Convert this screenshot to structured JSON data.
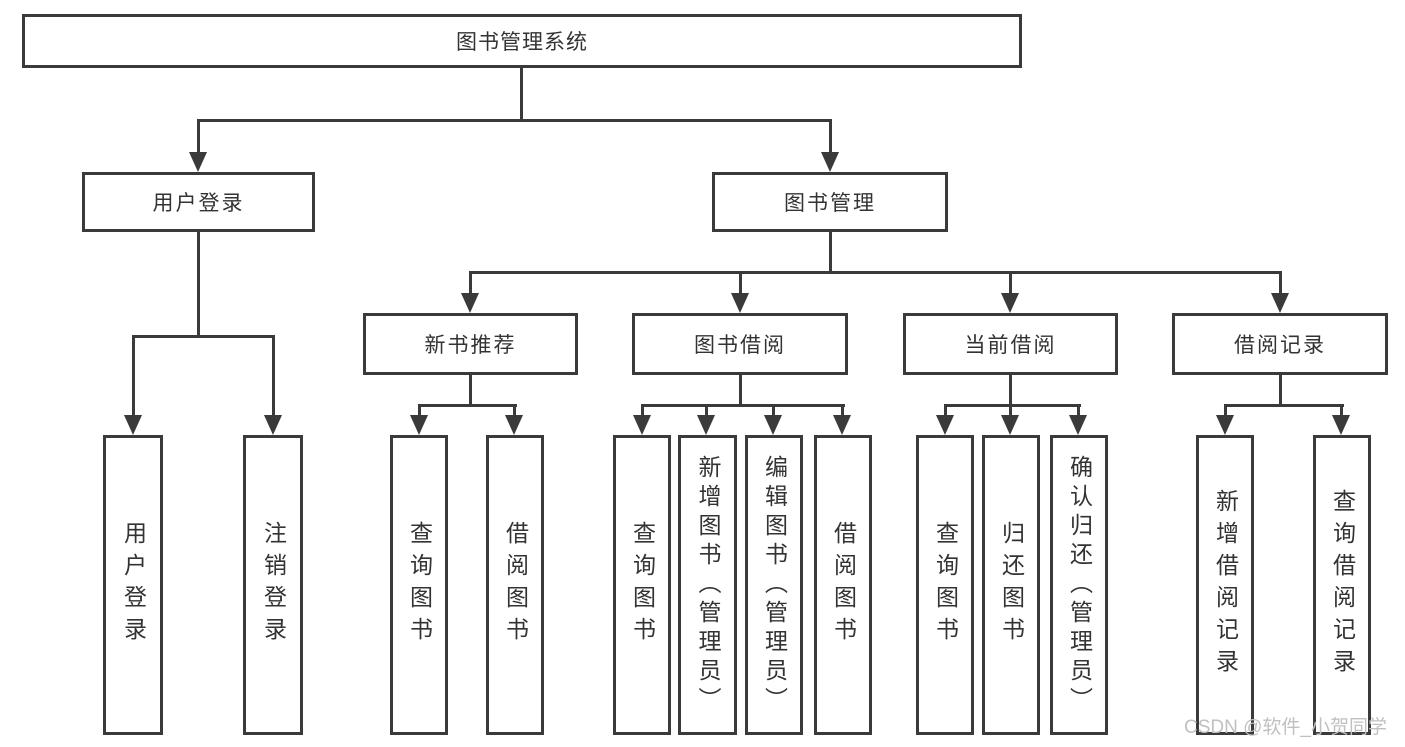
{
  "diagram": {
    "root": {
      "label": "图书管理系统"
    },
    "level1": [
      {
        "label": "用户登录"
      },
      {
        "label": "图书管理"
      }
    ],
    "level2": [
      {
        "label": "新书推荐",
        "parent": "图书管理"
      },
      {
        "label": "图书借阅",
        "parent": "图书管理"
      },
      {
        "label": "当前借阅",
        "parent": "图书管理"
      },
      {
        "label": "借阅记录",
        "parent": "图书管理"
      }
    ],
    "leaves": [
      {
        "label": "用户登录",
        "parent": "用户登录"
      },
      {
        "label": "注销登录",
        "parent": "用户登录"
      },
      {
        "label": "查询图书",
        "parent": "新书推荐"
      },
      {
        "label": "借阅图书",
        "parent": "新书推荐"
      },
      {
        "label": "查询图书",
        "parent": "图书借阅"
      },
      {
        "label": "新增图书（管理员）",
        "parent": "图书借阅"
      },
      {
        "label": "编辑图书（管理员）",
        "parent": "图书借阅"
      },
      {
        "label": "借阅图书",
        "parent": "图书借阅"
      },
      {
        "label": "查询图书",
        "parent": "当前借阅"
      },
      {
        "label": "归还图书",
        "parent": "当前借阅"
      },
      {
        "label": "确认归还（管理员）",
        "parent": "当前借阅"
      },
      {
        "label": "新增借阅记录",
        "parent": "借阅记录"
      },
      {
        "label": "查询借阅记录",
        "parent": "借阅记录"
      }
    ]
  },
  "watermark": {
    "text": "CSDN @软件_小贺同学"
  },
  "colors": {
    "line": "#3a3a3a",
    "text": "#333333",
    "background": "#ffffff",
    "watermark": "#c0c0c0"
  }
}
